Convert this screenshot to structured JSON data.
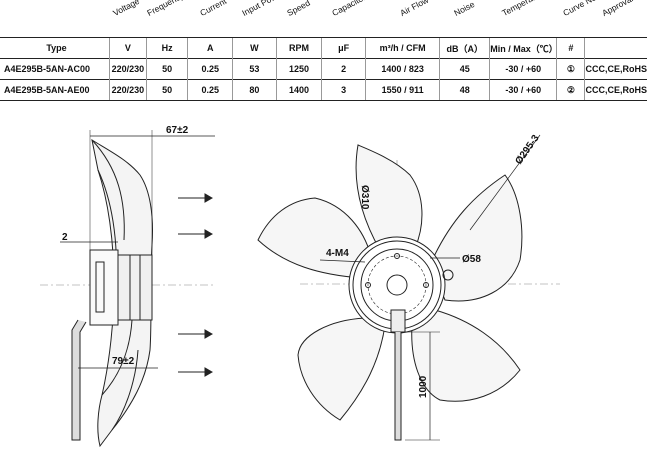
{
  "header_labels": {
    "voltage": "Voltage",
    "frequency": "Frequency",
    "current": "Current",
    "input_power": "Input Power",
    "speed": "Speed",
    "capacitor": "Capacitor",
    "air_flow": "Air Flow",
    "noise": "Noise",
    "temperature": "Temperature",
    "curve_no": "Curve No.",
    "approvals": "Approvals"
  },
  "units_row": {
    "type": "Type",
    "voltage": "V",
    "frequency": "Hz",
    "current": "A",
    "input_power": "W",
    "speed": "RPM",
    "capacitor": "μF",
    "air_flow": "m³/h   /   CFM",
    "noise": "dB（A）",
    "temperature": "Min / Max（℃）",
    "curve_no": "#",
    "approvals": ""
  },
  "rows": [
    {
      "type": "A4E295B-5AN-AC00",
      "voltage": "220/230",
      "frequency": "50",
      "current": "0.25",
      "input_power": "53",
      "speed": "1250",
      "capacitor": "2",
      "air_flow": "1400  /  823",
      "noise": "45",
      "temperature": "-30 / +60",
      "curve_no": "①",
      "approvals": "CCC,CE,RoHS"
    },
    {
      "type": "A4E295B-5AN-AE00",
      "voltage": "220/230",
      "frequency": "50",
      "current": "0.25",
      "input_power": "80",
      "speed": "1400",
      "capacitor": "3",
      "air_flow": "1550  /  911",
      "noise": "48",
      "temperature": "-30 / +60",
      "curve_no": "②",
      "approvals": "CCC,CE,RoHS"
    }
  ],
  "drawing": {
    "dim_67": "67±2",
    "dim_2": "2",
    "dim_79": "79±2",
    "dim_diameter_295": "Ø295-3",
    "dim_diameter_310": "Ø310",
    "dim_4m4": "4-M4",
    "dim_diameter_58": "Ø58",
    "dim_1000": "1000"
  }
}
